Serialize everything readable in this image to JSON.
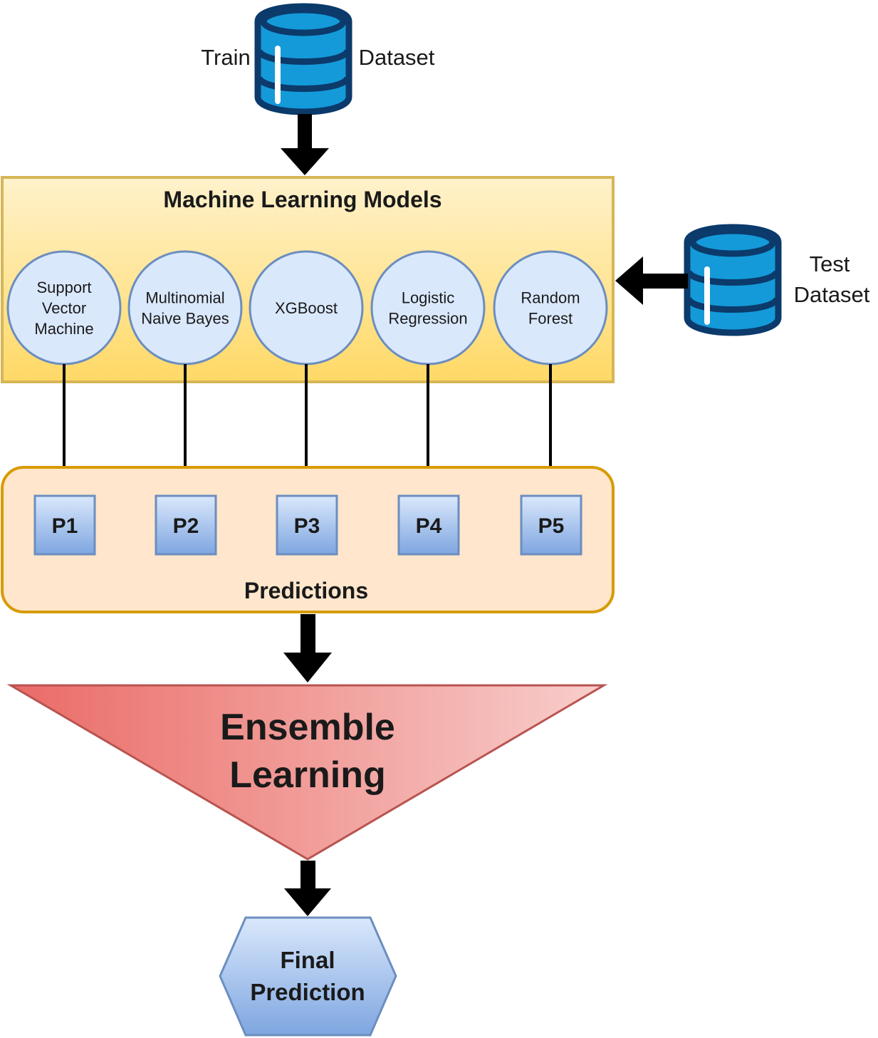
{
  "train_dataset": {
    "label_left": "Train",
    "label_right": "Dataset",
    "icon": "database-icon"
  },
  "test_dataset": {
    "label_line1": "Test",
    "label_line2": "Dataset",
    "icon": "database-icon"
  },
  "models_group": {
    "title": "Machine Learning Models",
    "models": [
      {
        "lines": [
          "Support",
          "Vector",
          "Machine"
        ]
      },
      {
        "lines": [
          "Multinomial",
          "Naive Bayes"
        ]
      },
      {
        "lines": [
          "XGBoost"
        ]
      },
      {
        "lines": [
          "Logistic",
          "Regression"
        ]
      },
      {
        "lines": [
          "Random",
          "Forest"
        ]
      }
    ]
  },
  "predictions_group": {
    "title": "Predictions",
    "items": [
      "P1",
      "P2",
      "P3",
      "P4",
      "P5"
    ]
  },
  "ensemble": {
    "line1": "Ensemble",
    "line2": "Learning"
  },
  "final": {
    "line1": "Final",
    "line2": "Prediction"
  },
  "colors": {
    "db_fill": "#149ad9",
    "db_stroke": "#0b3a6b",
    "models_box_top": "#fff2cc",
    "models_box_bottom": "#ffd966",
    "models_box_stroke": "#d6b656",
    "circle_fill": "#dae8fc",
    "circle_stroke": "#6c8ebf",
    "pred_box_fill": "#ffe6cc",
    "pred_box_stroke": "#d79b00",
    "ensemble_left": "#ea6b66",
    "ensemble_right": "#f8cecc",
    "ensemble_stroke": "#b85450"
  }
}
